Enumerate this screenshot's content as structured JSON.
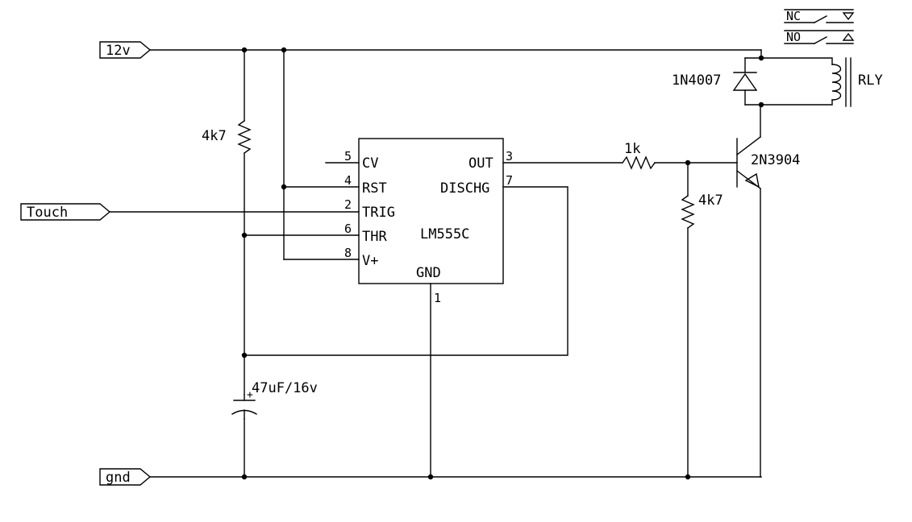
{
  "ports": {
    "supply": "12v",
    "touch": "Touch",
    "ground": "gnd"
  },
  "components": {
    "ic": {
      "name": "LM555C",
      "pins": {
        "cv": {
          "label": "CV",
          "num": "5"
        },
        "rst": {
          "label": "RST",
          "num": "4"
        },
        "trig": {
          "label": "TRIG",
          "num": "2"
        },
        "thr": {
          "label": "THR",
          "num": "6"
        },
        "vplus": {
          "label": "V+",
          "num": "8"
        },
        "out": {
          "label": "OUT",
          "num": "3"
        },
        "dischg": {
          "label": "DISCHG",
          "num": "7"
        },
        "gnd": {
          "label": "GND",
          "num": "1"
        }
      }
    },
    "r_timing": "4k7",
    "r_base": "1k",
    "r_pulldown": "4k7",
    "capacitor": "47uF/16v",
    "diode": "1N4007",
    "transistor": "2N3904",
    "relay": {
      "name": "RLY",
      "nc": "NC",
      "no": "NO"
    }
  }
}
